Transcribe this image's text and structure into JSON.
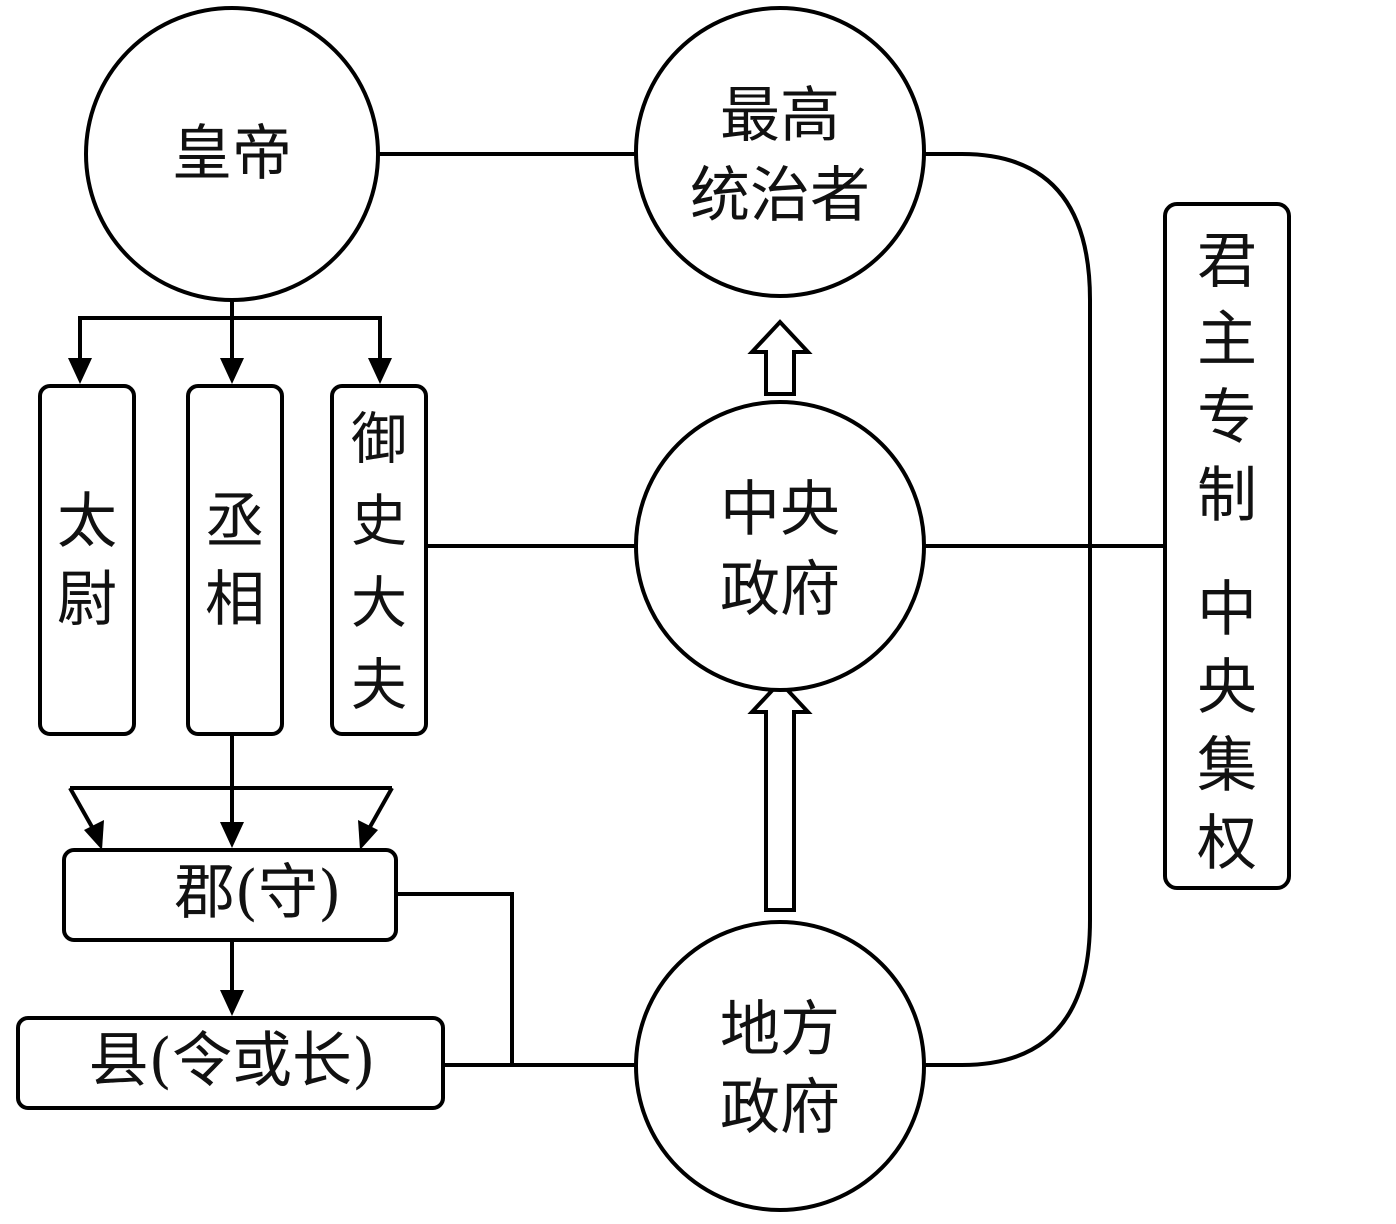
{
  "nodes": {
    "emperor": "皇帝",
    "supreme_ruler": [
      "最高",
      "统治者"
    ],
    "taiwei": [
      "太",
      "尉"
    ],
    "chengxiang": [
      "丞",
      "相"
    ],
    "yushi_dafu": [
      "御",
      "史",
      "大",
      "夫"
    ],
    "central_government": [
      "中央",
      "政府"
    ],
    "local_government": [
      "地方",
      "政府"
    ],
    "commandery": "郡(守)",
    "county": "县(令或长)",
    "summary": [
      "君",
      "主",
      "专",
      "制",
      "",
      "中",
      "央",
      "集",
      "权"
    ]
  },
  "colors": {
    "stroke": "#000000",
    "background": "#ffffff",
    "text": "#111111"
  }
}
